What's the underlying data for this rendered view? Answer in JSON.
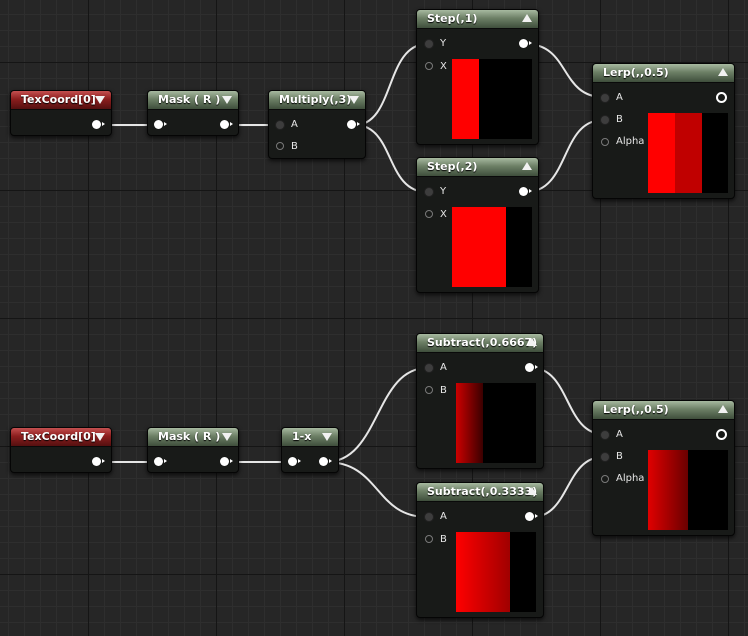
{
  "colors": {
    "wire": "#e6e6e6",
    "node_header": "#6d8066",
    "texcoord_header": "#8c1e1e",
    "preview_red": "#ff0000"
  },
  "top": {
    "texcoord": {
      "title": "TexCoord[0]"
    },
    "mask": {
      "title": "Mask ( R )"
    },
    "multiply": {
      "title": "Multiply(,3)",
      "pin_a": "A",
      "pin_b": "B"
    },
    "step1": {
      "title": "Step(,1)",
      "pin_y": "Y",
      "pin_x": "X"
    },
    "step2": {
      "title": "Step(,2)",
      "pin_y": "Y",
      "pin_x": "X"
    },
    "lerp": {
      "title": "Lerp(,,0.5)",
      "pin_a": "A",
      "pin_b": "B",
      "pin_alpha": "Alpha"
    }
  },
  "bottom": {
    "texcoord": {
      "title": "TexCoord[0]"
    },
    "mask": {
      "title": "Mask ( R )"
    },
    "oneminus": {
      "title": "1-x"
    },
    "sub1": {
      "title": "Subtract(,0.6667)",
      "pin_a": "A",
      "pin_b": "B"
    },
    "sub2": {
      "title": "Subtract(,0.3333)",
      "pin_a": "A",
      "pin_b": "B"
    },
    "lerp": {
      "title": "Lerp(,,0.5)",
      "pin_a": "A",
      "pin_b": "B",
      "pin_alpha": "Alpha"
    }
  }
}
